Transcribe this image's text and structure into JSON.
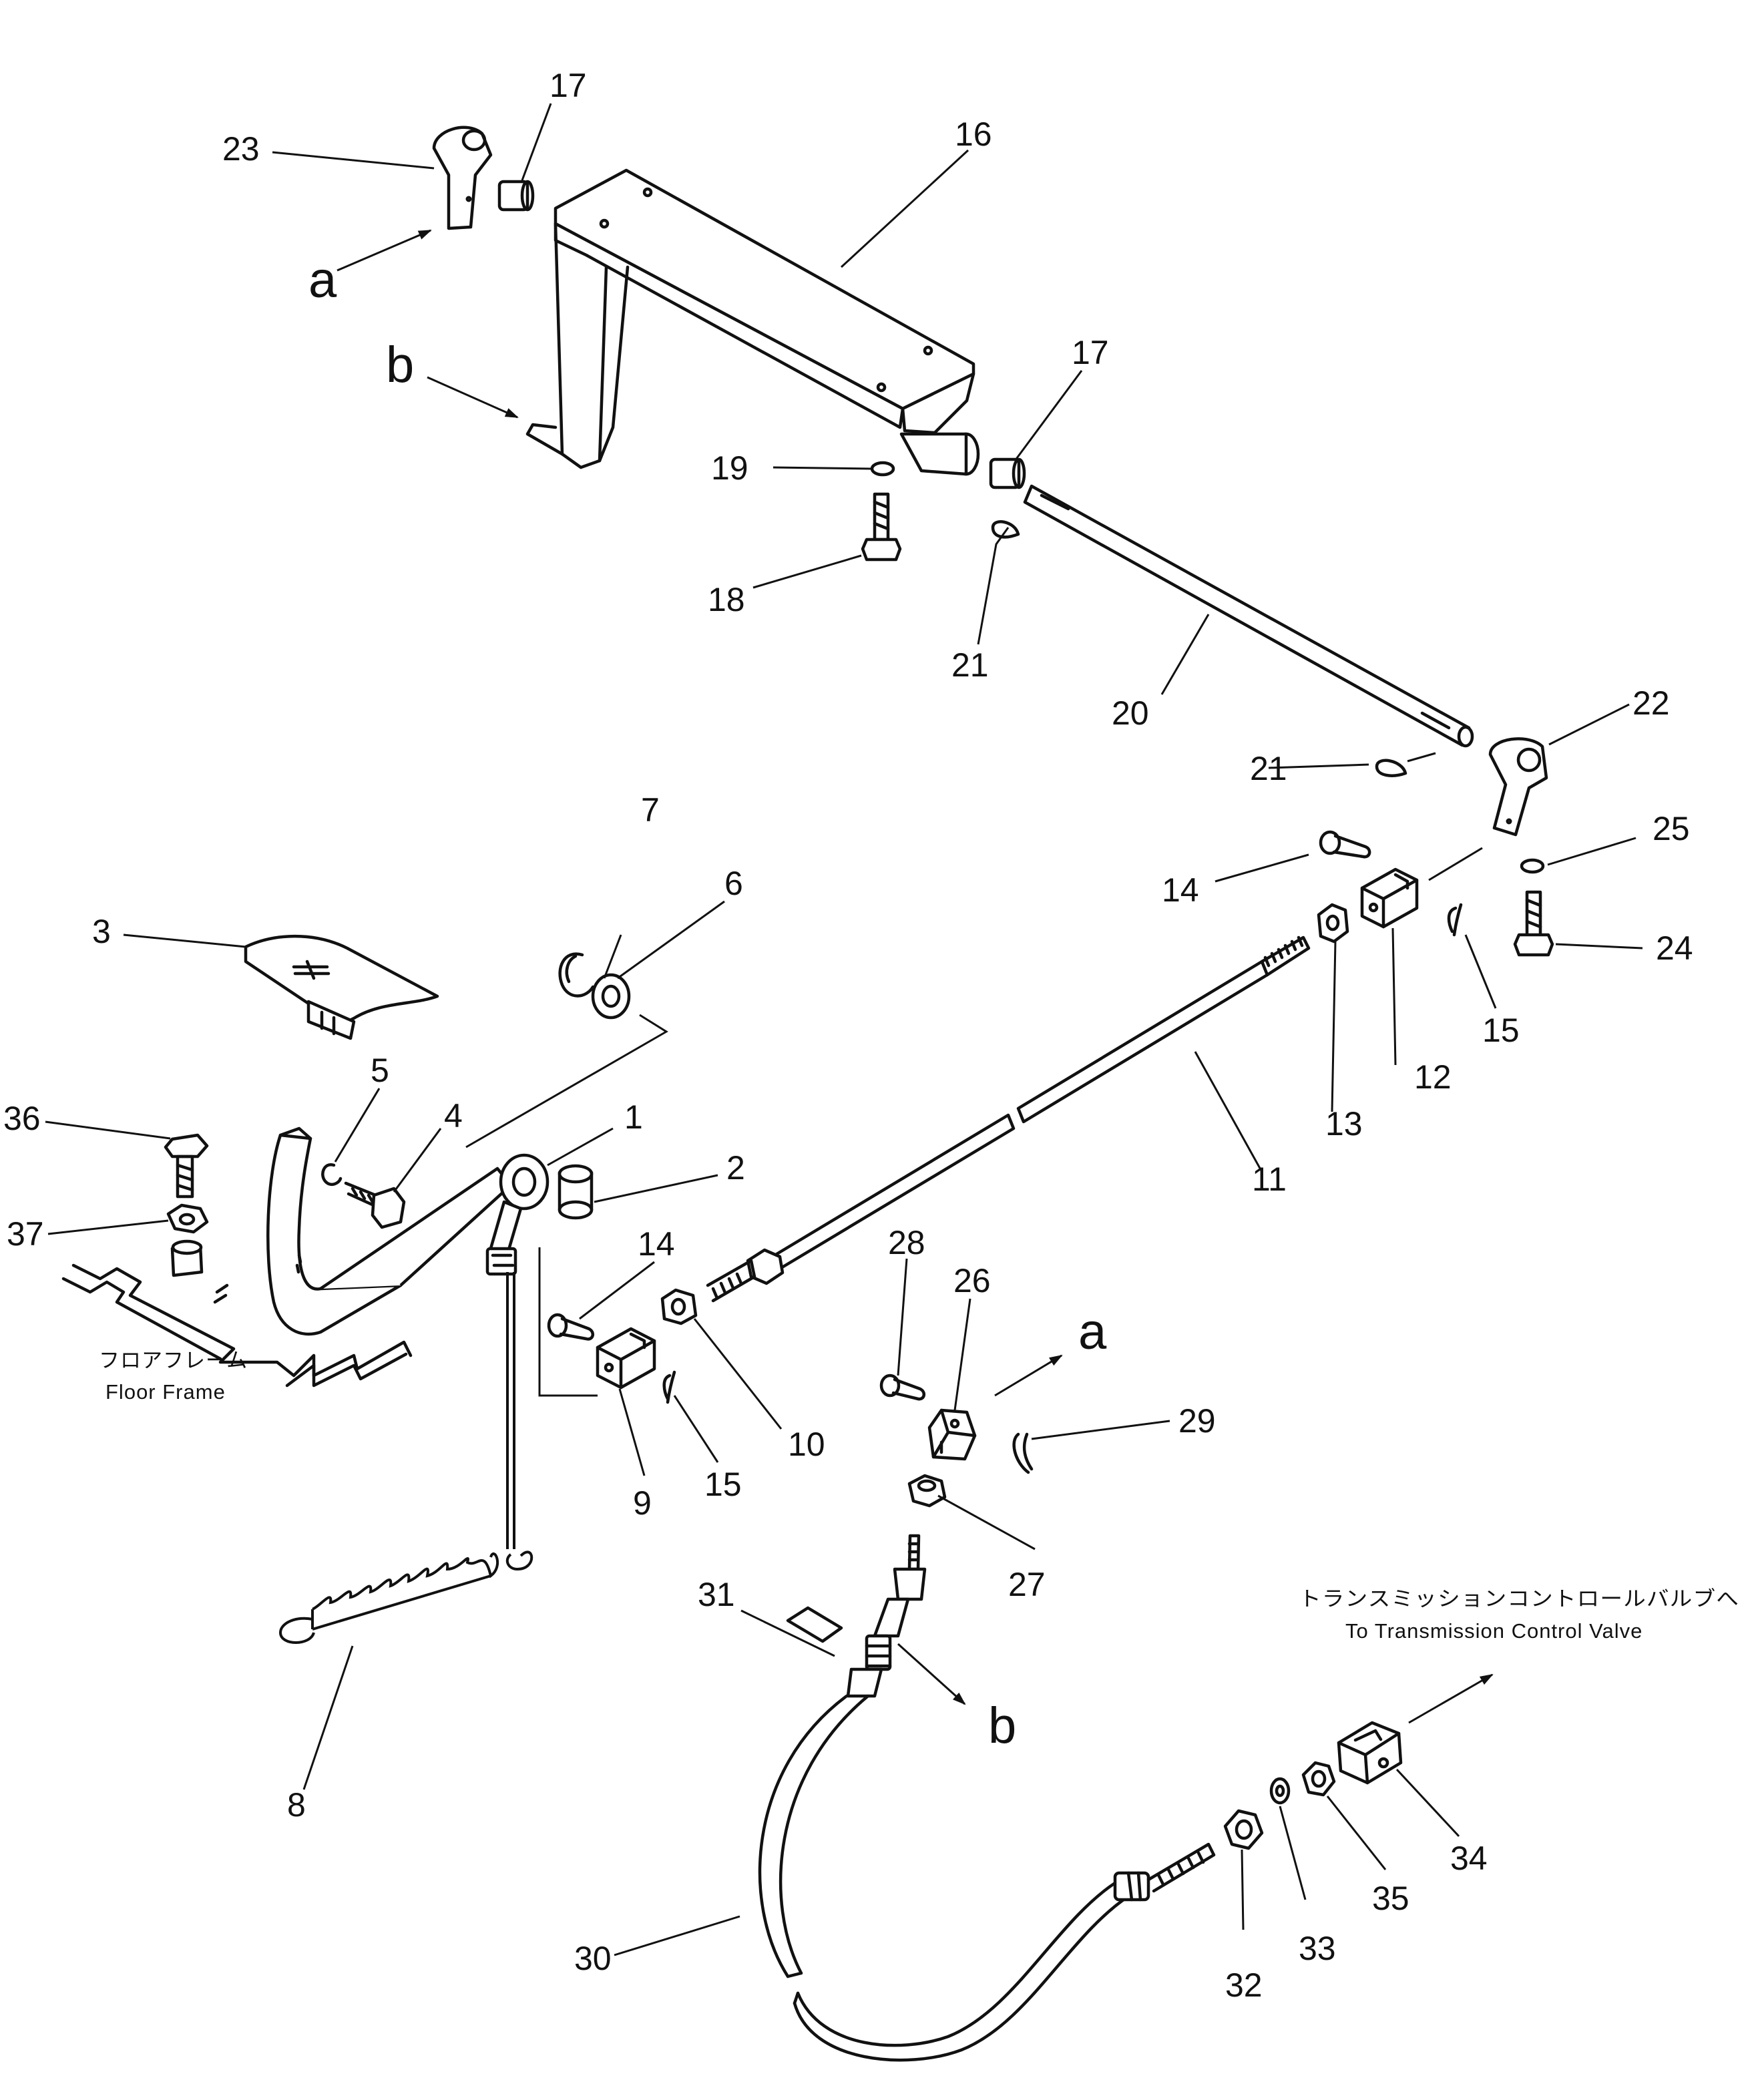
{
  "callouts": {
    "n1": "1",
    "n2": "2",
    "n3": "3",
    "n4": "4",
    "n5": "5",
    "n6": "6",
    "n7": "7",
    "n8": "8",
    "n9": "9",
    "n10": "10",
    "n11": "11",
    "n12": "12",
    "n13": "13",
    "n14a": "14",
    "n14b": "14",
    "n15a": "15",
    "n15b": "15",
    "n16": "16",
    "n17a": "17",
    "n17b": "17",
    "n18": "18",
    "n19": "19",
    "n20": "20",
    "n21a": "21",
    "n21b": "21",
    "n22": "22",
    "n23": "23",
    "n24": "24",
    "n25": "25",
    "n26": "26",
    "n27": "27",
    "n28": "28",
    "n29": "29",
    "n30": "30",
    "n31": "31",
    "n32": "32",
    "n33": "33",
    "n34": "34",
    "n35": "35",
    "n36": "36",
    "n37": "37"
  },
  "refs": {
    "a_top": "a",
    "b_top": "b",
    "a_link": "a",
    "b_cable": "b"
  },
  "labels": {
    "floor_frame_jp": "フロアフレーム",
    "floor_frame_en": "Floor Frame",
    "transmission_jp": "トランスミッションコントロールバルブへ",
    "transmission_en": "To Transmission Control Valve"
  }
}
